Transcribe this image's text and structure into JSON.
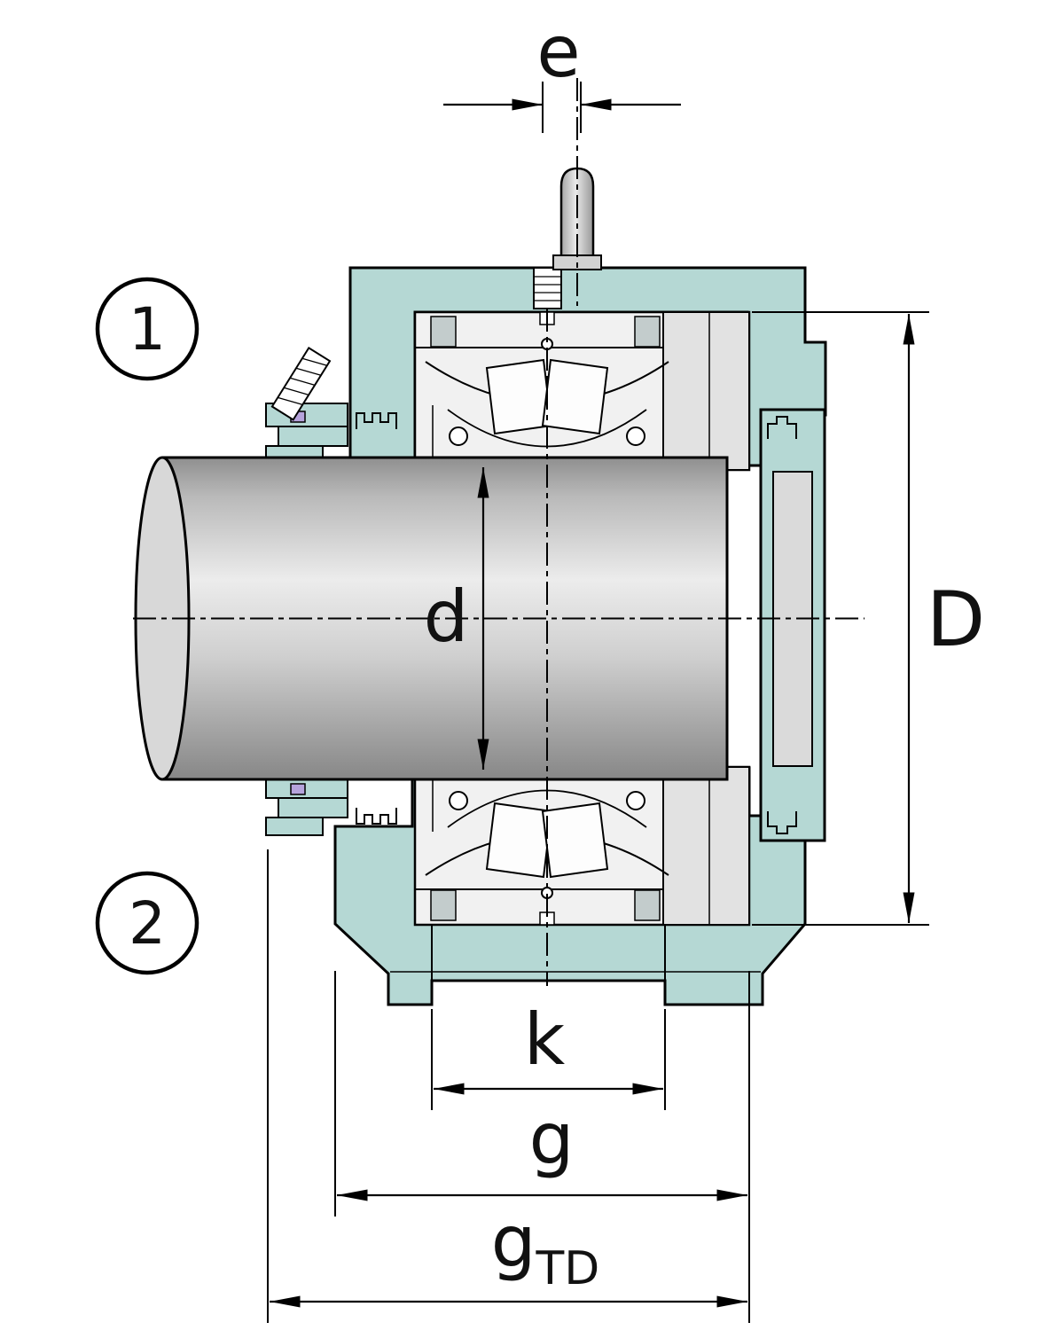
{
  "figure": {
    "kind": "technical-sectional-drawing",
    "subject": "Split plummer block bearing housing with shaft and spherical roller bearing, dimensioned section view",
    "dimension_labels": {
      "e": "e",
      "d": "d",
      "D": "D",
      "k": "k",
      "g": "g",
      "g_td_main": "g",
      "g_td_sub": "TD"
    },
    "callouts": {
      "one": "1",
      "two": "2"
    },
    "colors": {
      "housing_fill": "#b5d8d4",
      "bearing_fill": "#f1f1f1",
      "cover_fill": "#dadada",
      "spacer_fill": "#c3cccc",
      "seal_accent": "#b6a3dc",
      "shaft_highlight": "#ececec",
      "line": "#000000",
      "background": "#ffffff"
    }
  }
}
